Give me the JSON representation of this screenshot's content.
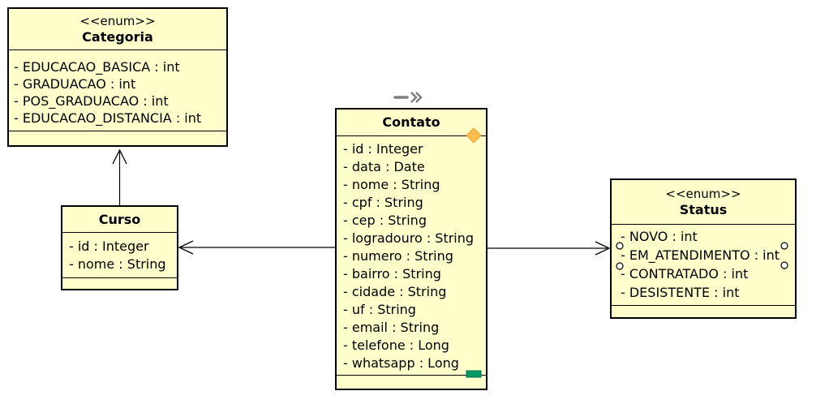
{
  "classes": {
    "categoria": {
      "stereotype": "<<enum>>",
      "name": "Categoria",
      "attributes": [
        "- EDUCACAO_BASICA : int",
        "- GRADUACAO : int",
        "- POS_GRADUACAO : int",
        "- EDUCACAO_DISTANCIA : int"
      ]
    },
    "curso": {
      "name": "Curso",
      "attributes": [
        "- id : Integer",
        "- nome : String"
      ]
    },
    "contato": {
      "name": "Contato",
      "attributes": [
        "- id : Integer",
        "- data : Date",
        "- nome : String",
        "- cpf : String",
        "- cep : String",
        "- logradouro : String",
        "- numero : String",
        "- bairro : String",
        "- cidade : String",
        "- uf : String",
        "- email : String",
        "- telefone : Long",
        "- whatsapp : Long"
      ]
    },
    "status": {
      "stereotype": "<<enum>>",
      "name": "Status",
      "attributes": [
        "- NOVO : int",
        "- EM_ATENDIMENTO : int",
        "- CONTRATADO : int",
        "- DESISTENTE : int"
      ]
    }
  },
  "associations": [
    {
      "from": "Curso",
      "to": "Categoria",
      "head": "open-arrow",
      "direction": "up"
    },
    {
      "from": "Contato",
      "to": "Curso",
      "head": "open-arrow",
      "direction": "left"
    },
    {
      "from": "Contato",
      "to": "Status",
      "head": "open-arrow",
      "direction": "right"
    }
  ],
  "markers": {
    "cursor_icon": "dash-double-chevron",
    "diamond_handle": "orange-diamond",
    "green_handle": "green-rectangle",
    "port_circles_on": "Status"
  },
  "colors": {
    "class_fill": "#FFFFCC",
    "class_border": "#000000",
    "canvas_bg": "#FFFFFF",
    "diamond_marker": "#FFBE4D",
    "green_marker": "#009966",
    "cursor_gray": "#7F7F7F",
    "port_fill": "#FFFFFF"
  }
}
